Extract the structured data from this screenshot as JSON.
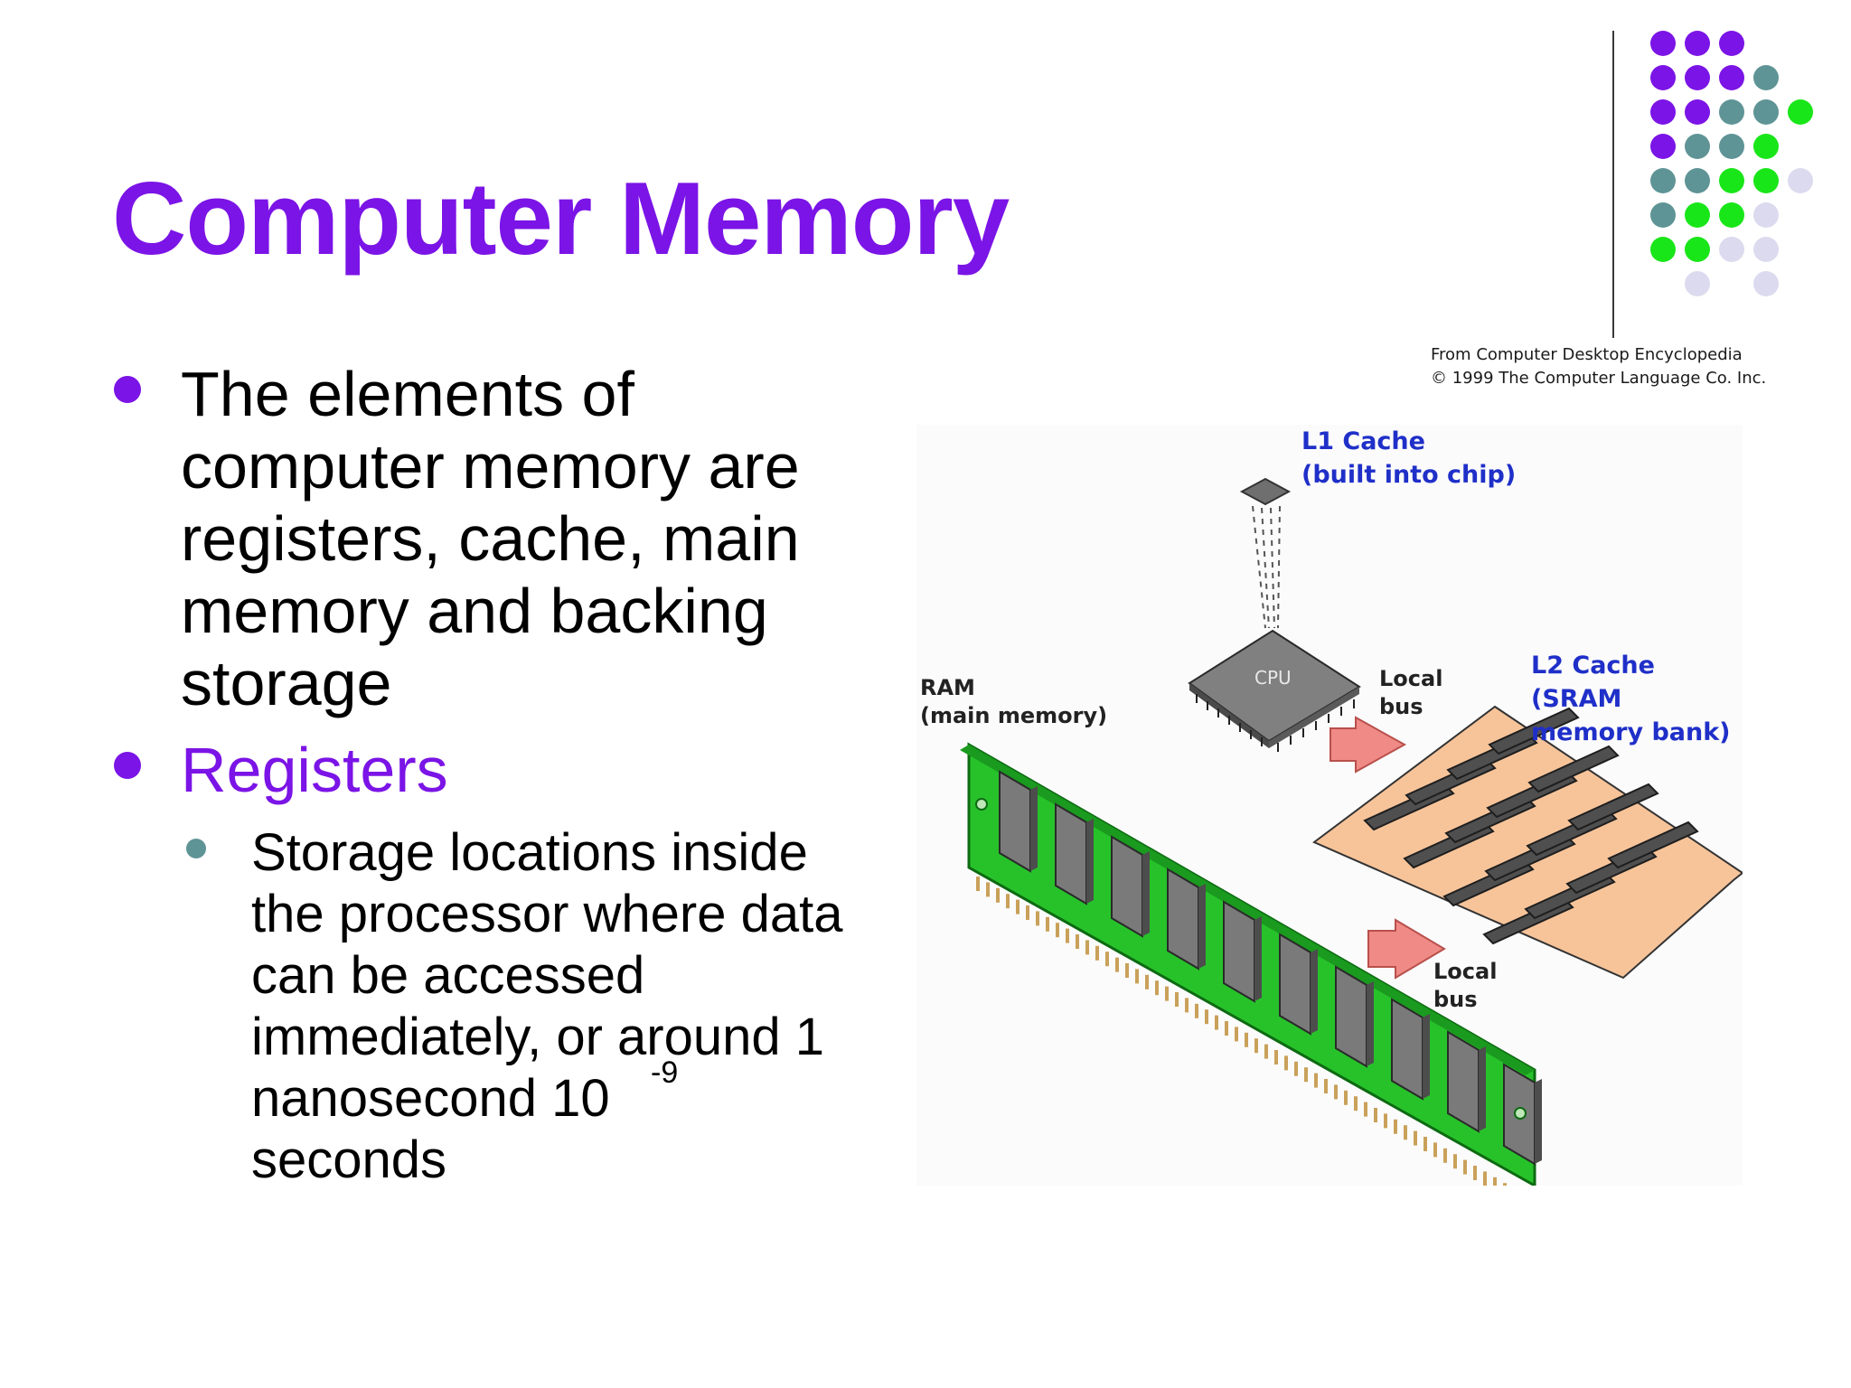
{
  "slide": {
    "title": "Computer Memory",
    "bullets": {
      "intro": "The elements of computer memory are registers, cache, main memory and backing storage",
      "registers": "Registers",
      "registers_detail_line1": "Storage locations inside",
      "registers_detail_line2": "the processor where data",
      "registers_detail_line3": "can be accessed",
      "registers_detail_line4": "immediately, or around 1",
      "registers_detail_line5": "nanosecond 10",
      "registers_detail_exponent": "-9",
      "registers_detail_line6": "seconds"
    },
    "colors": {
      "accent": "#7b14e6",
      "sub_bullet": "#5f9496",
      "dot_green": "#19e619",
      "dot_lavender": "#dcdaee"
    }
  },
  "figure": {
    "credit_line1": "From Computer Desktop Encyclopedia",
    "credit_line2": "© 1999 The Computer Language Co. Inc.",
    "labels": {
      "l1_cache_line1": "L1 Cache",
      "l1_cache_line2": "(built into chip)",
      "cpu": "CPU",
      "ram_line1": "RAM",
      "ram_line2": "(main memory)",
      "local_bus_top_line1": "Local",
      "local_bus_top_line2": "bus",
      "l2_cache_line1": "L2 Cache",
      "l2_cache_line2": "(SRAM",
      "l2_cache_line3": "memory bank)",
      "local_bus_bottom_line1": "Local",
      "local_bus_bottom_line2": "bus"
    }
  }
}
